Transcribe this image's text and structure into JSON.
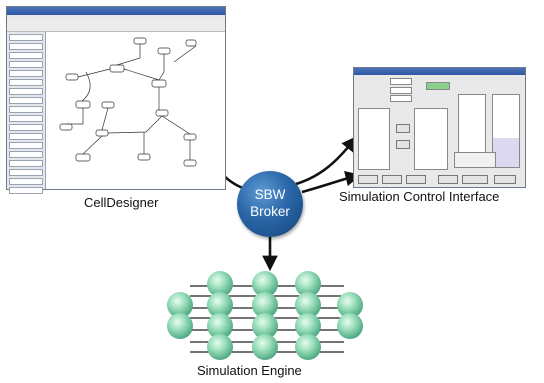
{
  "labels": {
    "cell_designer": "CellDesigner",
    "sci": "Simulation Control Interface",
    "engine": "Simulation Engine",
    "broker_line1": "SBW",
    "broker_line2": "Broker"
  },
  "colors": {
    "broker": "#2a66a8",
    "node": "#8fd9b6",
    "arrow": "#111111"
  }
}
